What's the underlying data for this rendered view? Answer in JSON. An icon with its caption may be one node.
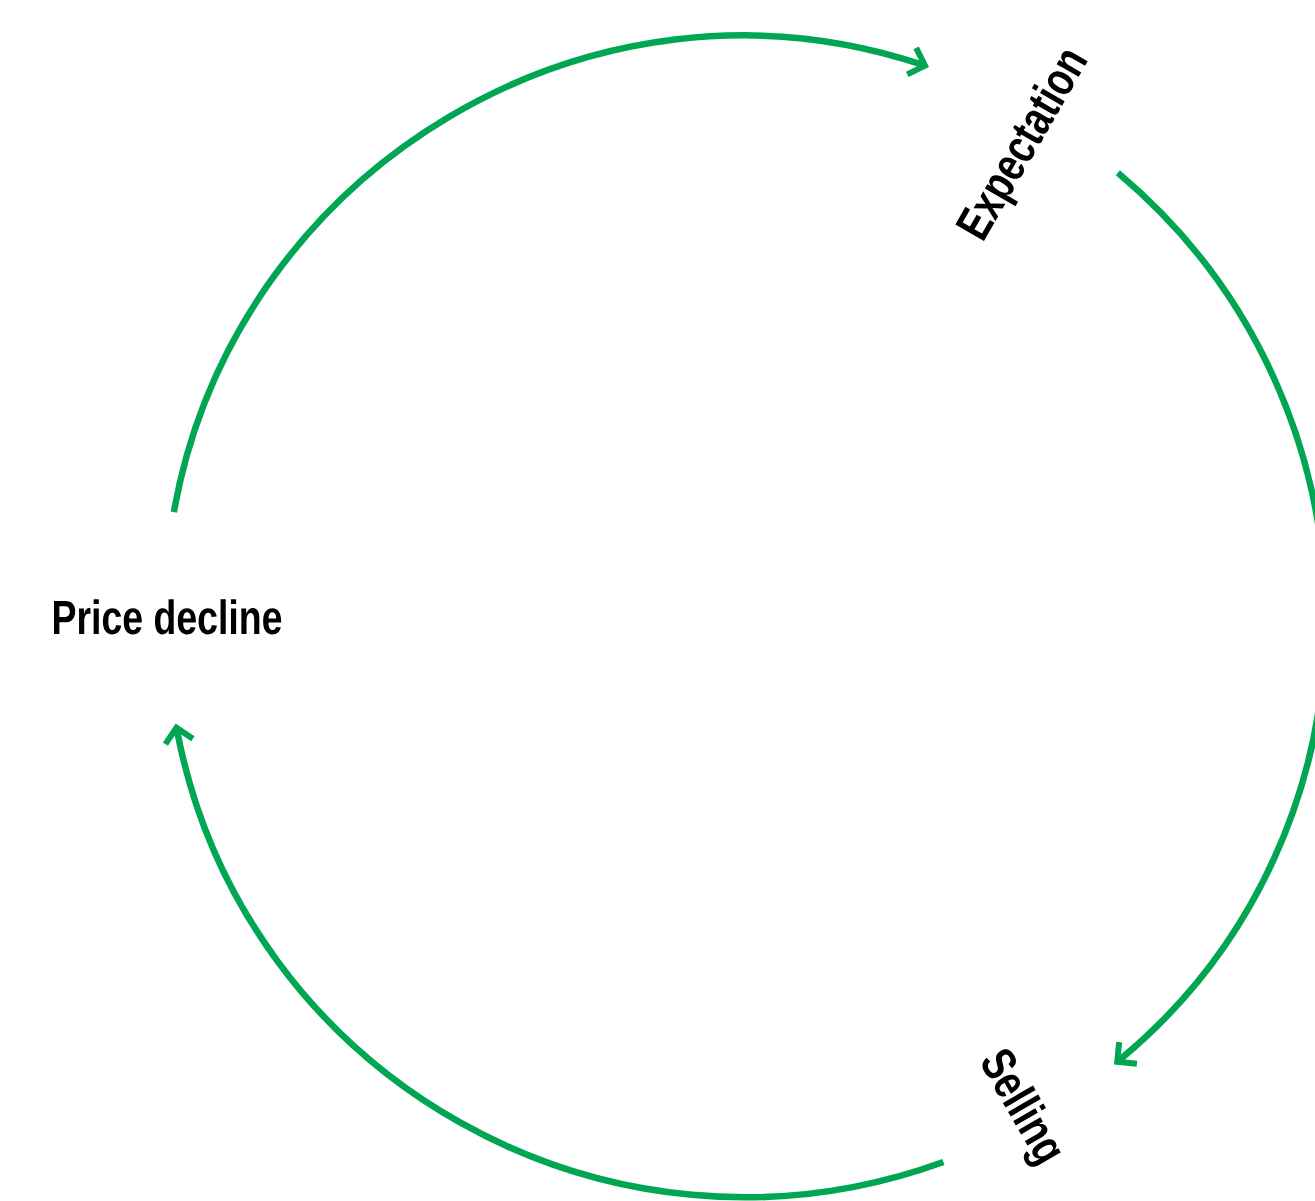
{
  "diagram": {
    "nodes": [
      {
        "text": [
          "Price decline"
        ]
      },
      {
        "text": [
          "Expectation"
        ]
      },
      {
        "text": [
          "Selling"
        ]
      }
    ],
    "edges": [
      {
        "from": 0,
        "to": 1,
        "arrow": "to"
      },
      {
        "from": 1,
        "to": 2,
        "arrow": "to"
      },
      {
        "from": 2,
        "to": 0,
        "arrow": "to"
      }
    ]
  }
}
